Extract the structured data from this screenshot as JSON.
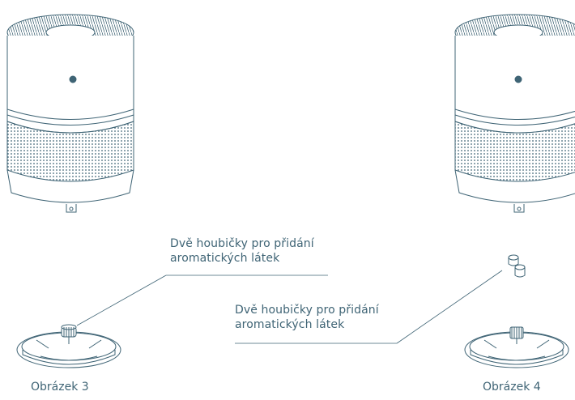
{
  "figure3": {
    "callout_line1": "Dvě houbičky pro přidání",
    "callout_line2": "aromatických látek",
    "caption": "Obrázek 3"
  },
  "figure4": {
    "callout_line1": "Dvě houbičky pro přidání",
    "callout_line2": "aromatických látek",
    "caption": "Obrázek 4"
  },
  "colors": {
    "line": "#3f6475",
    "text": "#3f6475"
  }
}
